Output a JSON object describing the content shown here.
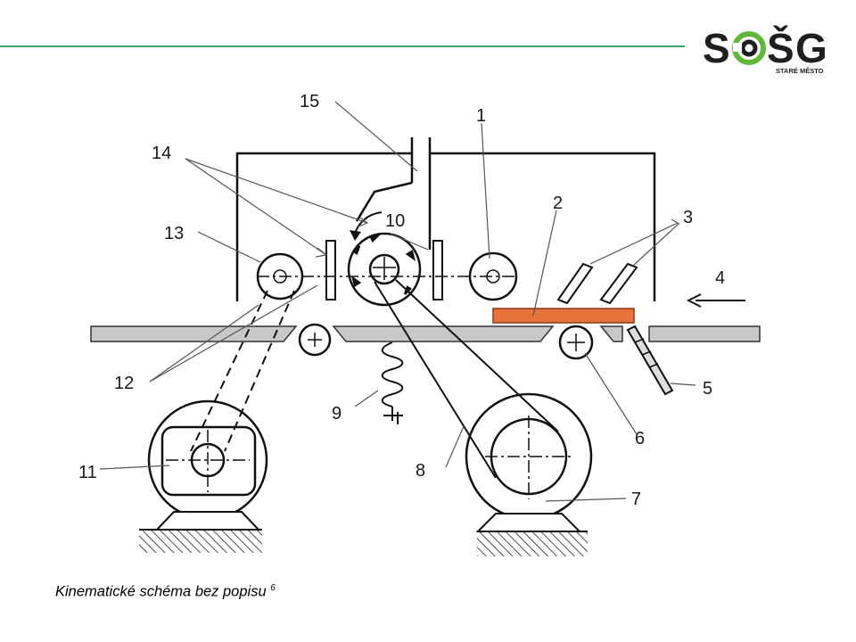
{
  "logo": {
    "text": "SOŠG",
    "subtitle": "STARÉ MĚSTO",
    "accent_color": "#5fb83a"
  },
  "header": {
    "rule_color": "#3f9e6e"
  },
  "diagram": {
    "labels": [
      "1",
      "2",
      "3",
      "4",
      "5",
      "6",
      "7",
      "8",
      "9",
      "10",
      "11",
      "12",
      "13",
      "14",
      "15"
    ],
    "workpiece_color": "#e8743b",
    "table_color": "#c8c8c8"
  },
  "caption": {
    "text": "Kinematické schéma bez popisu",
    "footnote": "6"
  }
}
